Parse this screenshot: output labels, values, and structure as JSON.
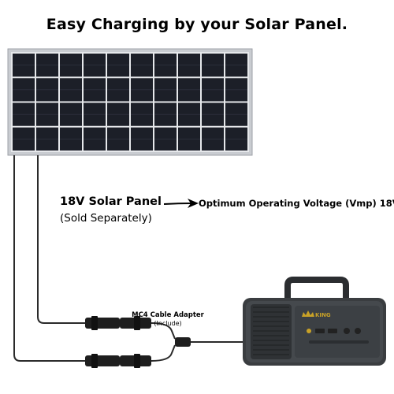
{
  "headline": "Easy Charging by your Solar Panel.",
  "panel": {
    "title": "18V Solar Panel",
    "subtitle": "(Sold Separately)"
  },
  "vmp_text": "Optimum Operating Voltage (Vmp) 18V",
  "adapter": {
    "title": "MC4 Cable Adapter",
    "subtitle": "(Include)"
  },
  "power_station": {
    "brand": "KING"
  },
  "colors": {
    "panel_cell": "#1c1f28",
    "panel_frame": "#c9ccd1",
    "cable": "#2a2a2a",
    "device_body": "#3a3d40",
    "brand_gold": "#c9a227"
  }
}
